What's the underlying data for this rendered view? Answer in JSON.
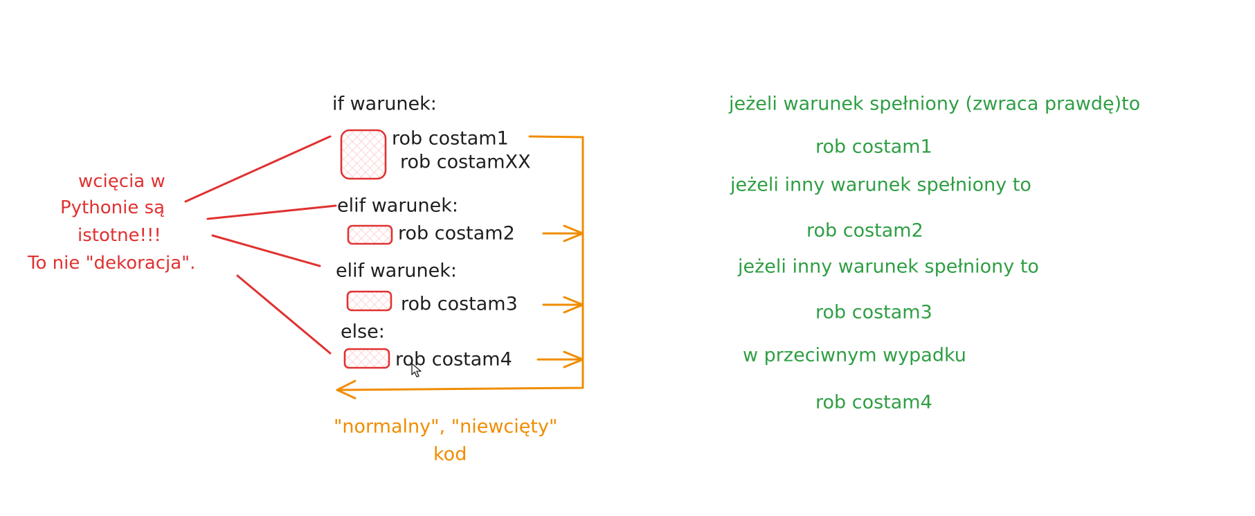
{
  "colors": {
    "code_text": "#1e1e1e",
    "annotation_red": "#e03131",
    "indent_fill": "#ffc9c9",
    "flow_orange": "#f08c00",
    "explanation_green": "#2f9e44",
    "background": "#ffffff"
  },
  "note": {
    "lines": [
      "wcięcia w",
      "Pythonie są",
      "istotne!!!",
      "To nie \"dekoracja\"."
    ]
  },
  "code": {
    "if_line": "if warunek:",
    "body1_line1": "rob costam1",
    "body1_line2": "rob costamXX",
    "elif1_line": "elif warunek:",
    "body2": "rob costam2",
    "elif2_line": "elif warunek:",
    "body3": "rob costam3",
    "else_line": "else:",
    "body4": "rob costam4"
  },
  "flow_label": {
    "line1": "\"normalny\", \"niewcięty\"",
    "line2": "kod"
  },
  "explanation": {
    "lines": [
      "jeżeli warunek spełniony (zwraca prawdę)to",
      "rob costam1",
      "jeżeli inny warunek spełniony to",
      "rob costam2",
      "jeżeli inny warunek spełniony to",
      "rob costam3",
      "w przeciwnym wypadku",
      "rob costam4"
    ]
  },
  "icons": {
    "cursor": "mouse-pointer-icon"
  }
}
